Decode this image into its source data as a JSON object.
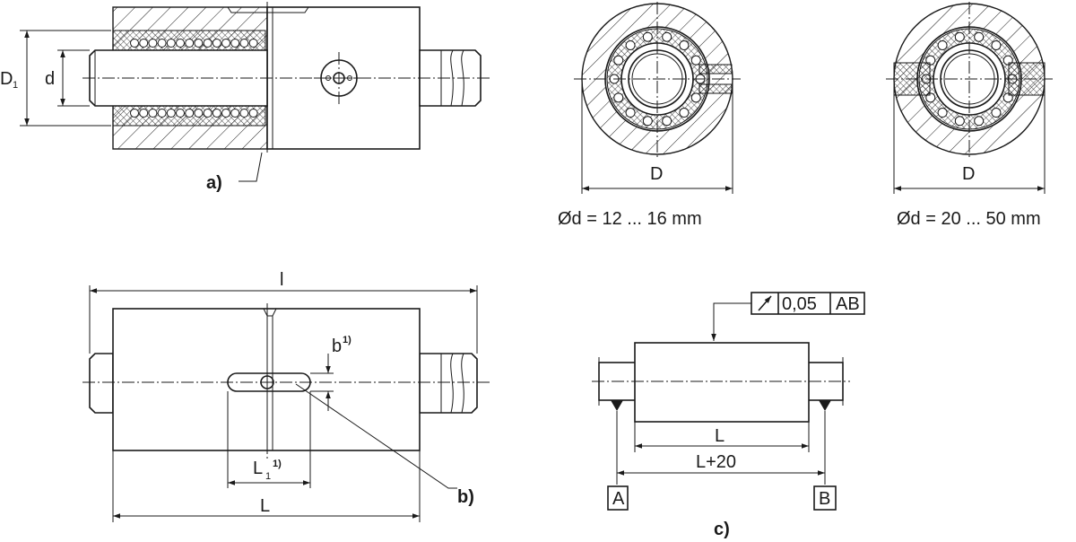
{
  "view_a": {
    "callout": "a)",
    "dim_outer": "D",
    "dim_outer_sub": "1",
    "dim_inner": "d"
  },
  "section_small": {
    "dim": "D",
    "caption": "Ød = 12 ... 16 mm"
  },
  "section_large": {
    "dim": "D",
    "caption": "Ød = 20 ... 50 mm"
  },
  "view_b": {
    "callout": "b)",
    "dim_overall": "l",
    "dim_length": "L",
    "dim_slot_width": "b",
    "dim_slot_width_note": "1)",
    "dim_slot_length": "L",
    "dim_slot_length_sub": "1",
    "dim_slot_length_note": "1)"
  },
  "view_c": {
    "callout": "c)",
    "tolerance_value": "0,05",
    "tolerance_datum": "AB",
    "dim_length": "L",
    "dim_support": "L+20",
    "datum_a": "A",
    "datum_b": "B"
  }
}
